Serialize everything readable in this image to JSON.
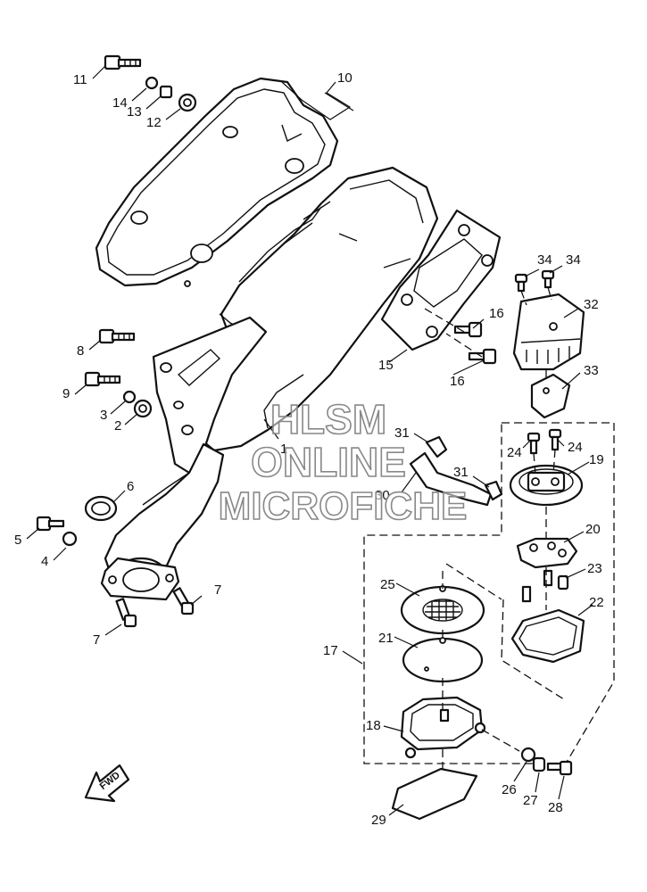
{
  "watermark": {
    "line1": "HLSM",
    "line2": "ONLINE",
    "line3": "MICROFICHE"
  },
  "fwd_label": "FWD",
  "callouts": [
    "11",
    "14",
    "13",
    "12",
    "10",
    "8",
    "9",
    "3",
    "2",
    "6",
    "5",
    "4",
    "7",
    "7",
    "15",
    "16",
    "16",
    "34",
    "34",
    "32",
    "33",
    "31",
    "31",
    "30",
    "24",
    "24",
    "19",
    "20",
    "23",
    "22",
    "25",
    "21",
    "17",
    "18",
    "26",
    "27",
    "28",
    "29",
    "1"
  ]
}
